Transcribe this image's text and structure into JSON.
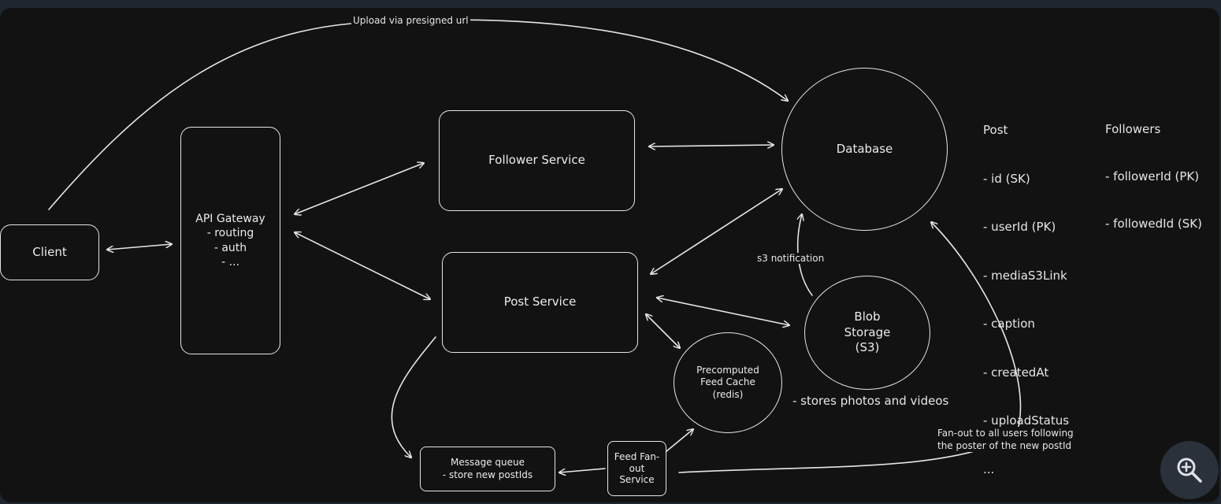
{
  "nodes": {
    "client": "Client",
    "api_gateway": "API Gateway\n- routing\n- auth\n- ...",
    "follower_service": "Follower Service",
    "post_service": "Post Service",
    "database": "Database",
    "blob_storage": "Blob\nStorage\n(S3)",
    "feed_cache": "Precomputed\nFeed Cache\n(redis)",
    "message_queue": "Message queue\n- store new postIds",
    "fanout_service": "Feed Fan-\nout\nService"
  },
  "labels": {
    "upload_presigned": "Upload via presigned url",
    "s3_notification": "s3 notification",
    "stores_media": "- stores photos and videos",
    "fanout_note": "Fan-out to all users following\nthe poster of the new postId"
  },
  "schema": {
    "post": {
      "title": "Post",
      "fields": [
        "- id (SK)",
        "- userId (PK)",
        "- mediaS3Link",
        "- caption",
        "- createdAt",
        "- uploadStatus",
        "..."
      ]
    },
    "followers": {
      "title": "Followers",
      "fields": [
        "- followerId (PK)",
        "- followedId (SK)"
      ]
    }
  },
  "controls": {
    "zoom_icon": "zoom-in-icon"
  },
  "colors": {
    "canvas": "#121212",
    "stroke": "#e6e6e6",
    "page": "#1e2630"
  }
}
